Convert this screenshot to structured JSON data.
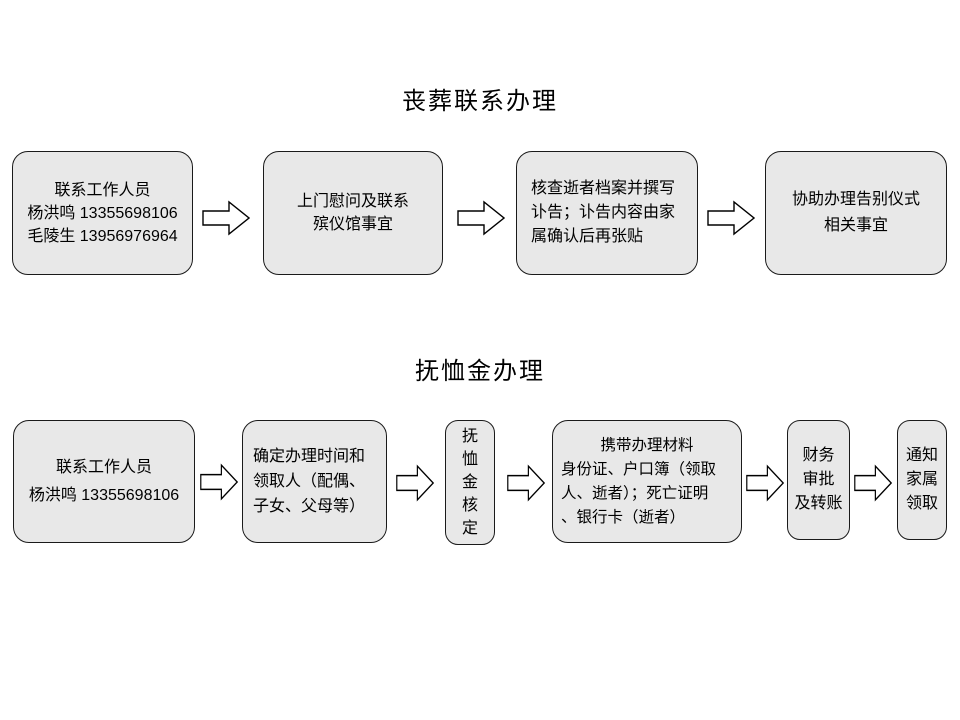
{
  "colors": {
    "background": "#ffffff",
    "box_fill": "#e8e8e8",
    "box_border": "#1a1a1a",
    "arrow_fill": "#ffffff",
    "arrow_border": "#000000",
    "text": "#000000"
  },
  "sections": [
    {
      "title": "丧葬联系办理",
      "nodes": [
        {
          "lines": [
            "联系工作人员",
            "杨洪鸣 13355698106",
            "毛陵生 13956976964"
          ]
        },
        {
          "lines": [
            "上门慰问及联系",
            "殡仪馆事宜"
          ]
        },
        {
          "lines": [
            "核查逝者档案并撰写",
            "讣告；讣告内容由家",
            "属确认后再张贴"
          ]
        },
        {
          "lines": [
            "协助办理告别仪式",
            "相关事宜"
          ]
        }
      ]
    },
    {
      "title": "抚恤金办理",
      "nodes": [
        {
          "lines": [
            "联系工作人员",
            "杨洪鸣 13355698106"
          ]
        },
        {
          "lines": [
            "确定办理时间和",
            "领取人（配偶、",
            "子女、父母等）"
          ]
        },
        {
          "lines": [
            "抚",
            "恤",
            "金",
            "核",
            "定"
          ]
        },
        {
          "lines": [
            "携带办理材料",
            "身份证、户口簿（领取",
            "人、逝者）；死亡证明",
            "、银行卡（逝者）"
          ]
        },
        {
          "lines": [
            "财务",
            "审批",
            "及转账"
          ]
        },
        {
          "lines": [
            "通知",
            "家属",
            "领取"
          ]
        }
      ]
    }
  ]
}
